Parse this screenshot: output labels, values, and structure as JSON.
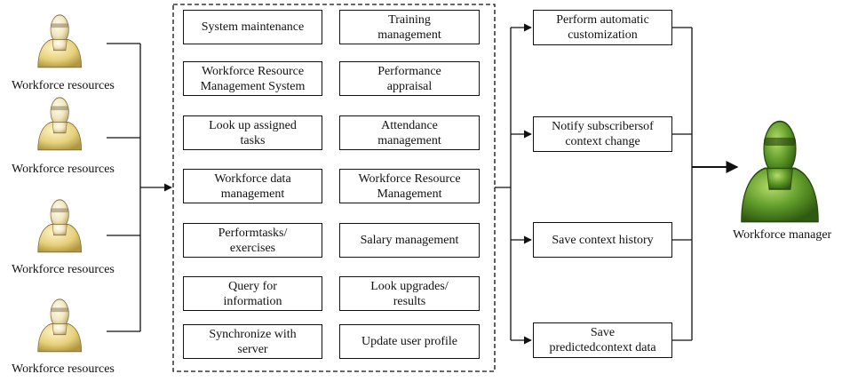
{
  "workforce_resources": [
    {
      "label": "Workforce resources"
    },
    {
      "label": "Workforce resources"
    },
    {
      "label": "Workforce resources"
    },
    {
      "label": "Workforce resources"
    }
  ],
  "system_modules": {
    "left_column": [
      "System maintenance",
      "Workforce Resource\nManagement System",
      "Look up assigned\ntasks",
      "Workforce data\nmanagement",
      "Performtasks/\nexercises",
      "Query for\ninformation",
      "Synchronize with\nserver"
    ],
    "right_column": [
      "Training\nmanagement",
      "Performance\nappraisal",
      "Attendance\nmanagement",
      "Workforce  Resource\nManagement",
      "Salary management",
      "Look upgrades/\nresults",
      "Update user profile"
    ]
  },
  "context_actions": [
    "Perform automatic\ncustomization",
    "Notify subscribersof\ncontext change",
    "Save context history",
    "Save\npredictedcontext data"
  ],
  "manager": {
    "label": "Workforce manager"
  },
  "colors": {
    "resource_icon_fill": "#f1e6bf",
    "resource_icon_highlight": "#e6d07a",
    "manager_icon_fill": "#5f9a2a",
    "line": "#111111"
  },
  "icons": {
    "resource": "person-icon",
    "manager": "person-icon"
  }
}
